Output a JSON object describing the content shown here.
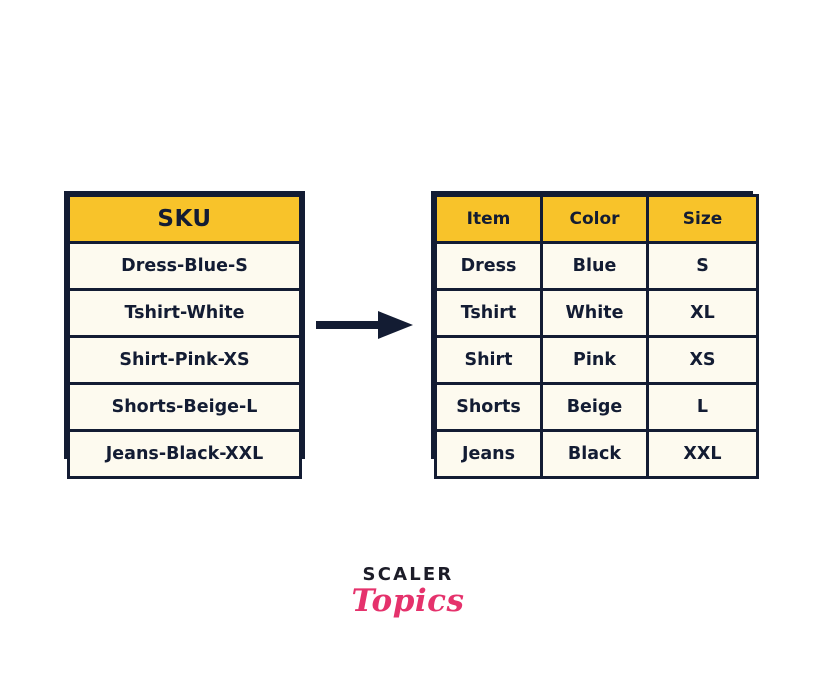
{
  "colors": {
    "header_fill": "#F8C32A",
    "cell_fill": "#FDFAEF",
    "border": "#131C33",
    "arrow": "#131C33",
    "page_background": "#FFFFFF",
    "brand_scaler": "#1C1C28",
    "brand_topics": "#E5326C"
  },
  "source_table": {
    "header": "SKU",
    "rows": [
      "Dress-Blue-S",
      "Tshirt-White",
      "Shirt-Pink-XS",
      "Shorts-Beige-L",
      "Jeans-Black-XXL"
    ]
  },
  "result_table": {
    "headers": [
      "Item",
      "Color",
      "Size"
    ],
    "rows": [
      [
        "Dress",
        "Blue",
        "S"
      ],
      [
        "Tshirt",
        "White",
        "XL"
      ],
      [
        "Shirt",
        "Pink",
        "XS"
      ],
      [
        "Shorts",
        "Beige",
        "L"
      ],
      [
        "Jeans",
        "Black",
        "XXL"
      ]
    ]
  },
  "arrow": {
    "icon": "arrow-right-icon",
    "direction": "right"
  },
  "branding": {
    "scaler": "SCALER",
    "topics": "Topics"
  }
}
